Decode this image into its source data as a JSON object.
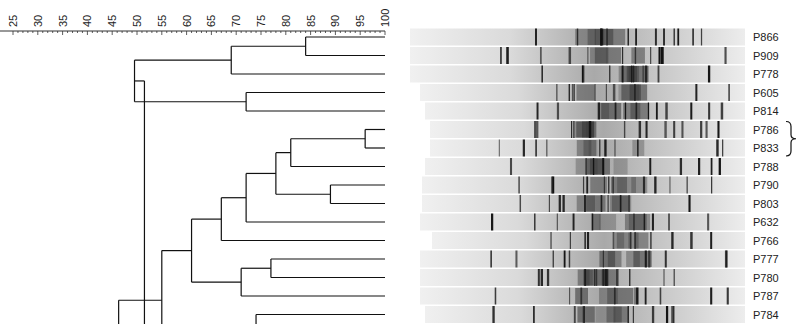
{
  "diagram": {
    "labels": [
      "25",
      "30",
      "35",
      "40",
      "45",
      "50",
      "55",
      "60",
      "65",
      "70",
      "75",
      "80",
      "85",
      "90",
      "95",
      "100",
      "P866",
      "P909",
      "P778",
      "P605",
      "P814",
      "P786",
      "P833",
      "P788",
      "P790",
      "P803",
      "P632",
      "P766",
      "P777",
      "P780",
      "P787",
      "P784"
    ]
  }
}
